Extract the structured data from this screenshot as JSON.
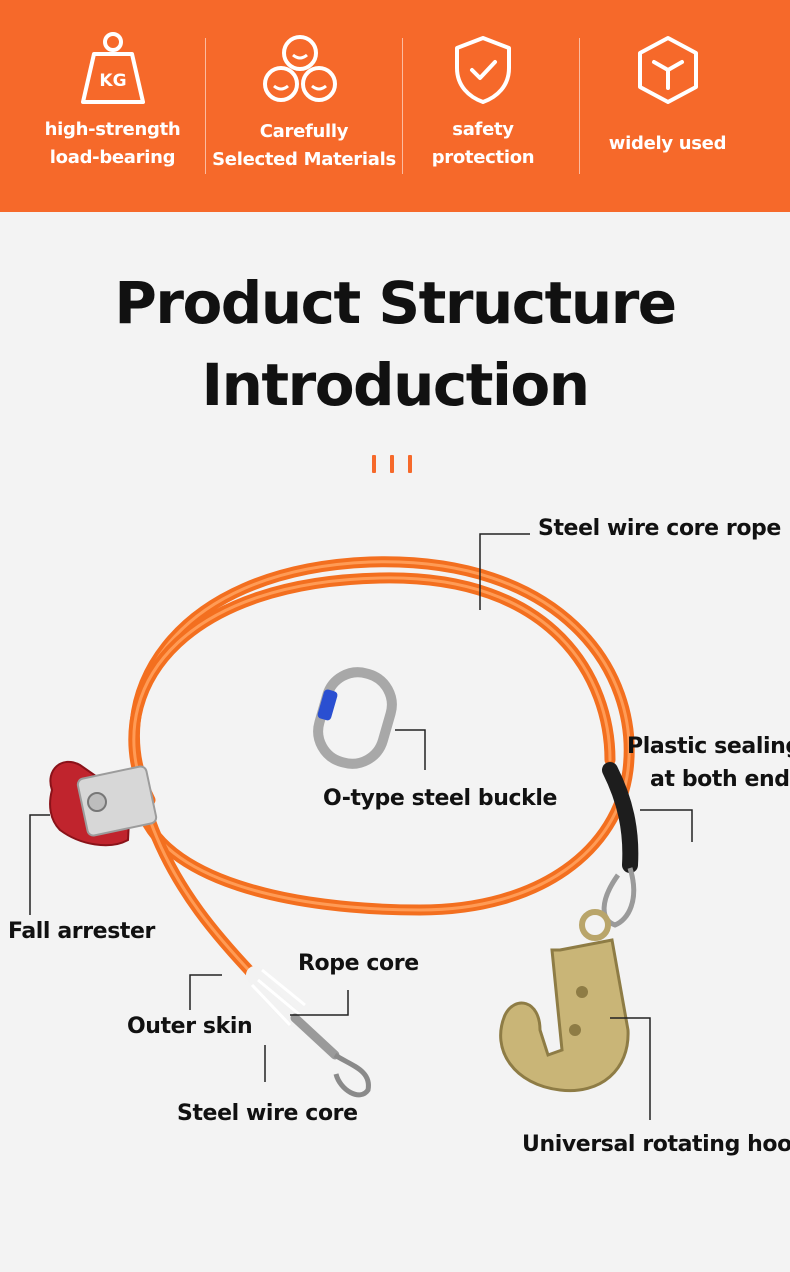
{
  "features": [
    {
      "label_line1": "high-strength",
      "label_line2": "load-bearing",
      "icon": "kg-weight-icon"
    },
    {
      "label_line1": "Carefully",
      "label_line2": "Selected Materials",
      "icon": "materials-circles-icon"
    },
    {
      "label_line1": "safety",
      "label_line2": "protection",
      "icon": "shield-check-icon"
    },
    {
      "label_line1": "widely used",
      "icon": "cube-icon"
    }
  ],
  "kg_text": "KG",
  "title": {
    "line1": "Product Structure",
    "line2": "Introduction"
  },
  "accent_color": "#f6692a",
  "callouts": {
    "steel_wire_core_rope": "Steel wire core rope",
    "plastic_sealing_line1": "Plastic sealing",
    "plastic_sealing_line2": "at both ends",
    "o_type_buckle": "O-type steel buckle",
    "fall_arrester": "Fall arrester",
    "rope_core": "Rope core",
    "outer_skin": "Outer skin",
    "steel_wire_core": "Steel wire core",
    "universal_hook": "Universal rotating hook"
  }
}
